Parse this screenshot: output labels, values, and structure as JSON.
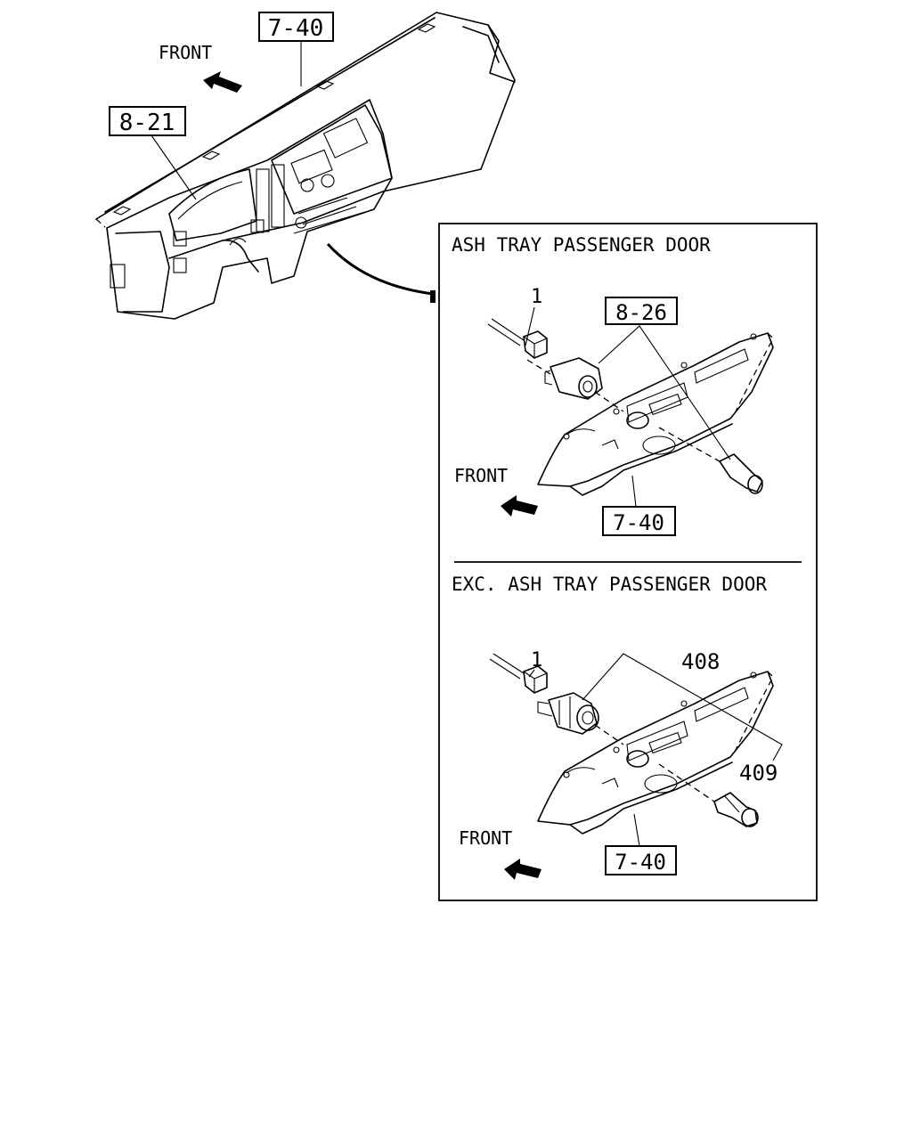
{
  "main_view": {
    "front_label": "FRONT",
    "ref_dashboard": "7-40",
    "ref_cluster": "8-21"
  },
  "detail_panel": {
    "section_a": {
      "title": "ASH TRAY PASSENGER DOOR",
      "part_number": "1",
      "ref_lighter": "8-26",
      "front_label": "FRONT",
      "ref_panel": "7-40"
    },
    "section_b": {
      "title": "EXC. ASH TRAY PASSENGER DOOR",
      "part_number": "1",
      "part_socket": "408",
      "part_plug": "409",
      "front_label": "FRONT",
      "ref_panel": "7-40"
    }
  }
}
